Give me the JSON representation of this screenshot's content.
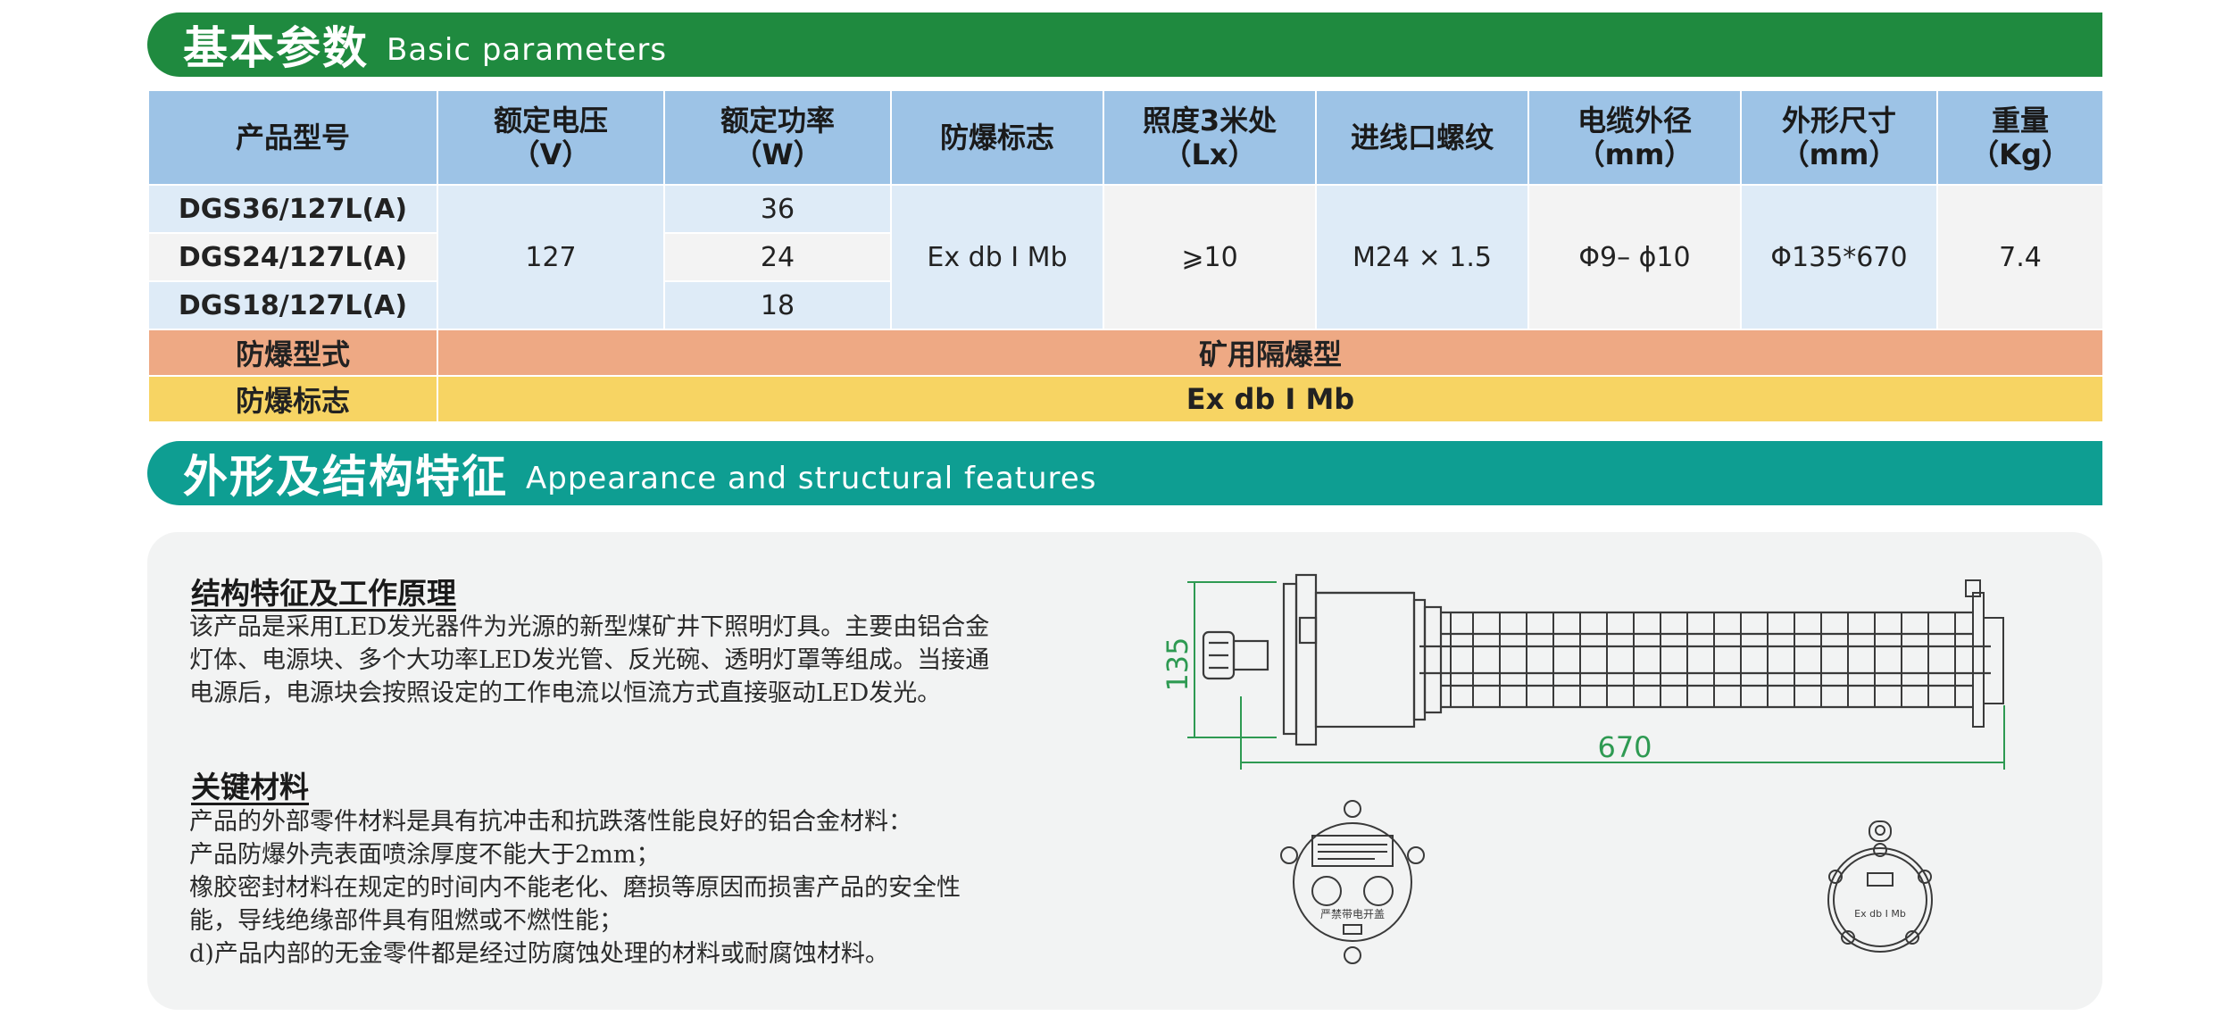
{
  "section1": {
    "title_zh": "基本参数",
    "title_en": "Basic parameters"
  },
  "table": {
    "headers": [
      [
        "产品型号"
      ],
      [
        "额定电压",
        "（V）"
      ],
      [
        "额定功率",
        "（W）"
      ],
      [
        "防爆标志"
      ],
      [
        "照度3米处",
        "（Lx）"
      ],
      [
        "进线口螺纹"
      ],
      [
        "电缆外径",
        "（mm）"
      ],
      [
        "外形尺寸",
        "（mm）"
      ],
      [
        "重量",
        "（Kg）"
      ]
    ],
    "models": [
      "DGS36/127L(A)",
      "DGS24/127L(A)",
      "DGS18/127L(A)"
    ],
    "voltage": "127",
    "powers": [
      "36",
      "24",
      "18"
    ],
    "mark": "Ex db I Mb",
    "illuminance": "⩾10",
    "thread": "M24 × 1.5",
    "cable_diameter": "Φ9– ϕ10",
    "dimensions": "Φ135*670",
    "weight": "7.4",
    "row_type": {
      "label": "防爆型式",
      "value": "矿用隔爆型"
    },
    "row_mark": {
      "label": "防爆标志",
      "value": "Ex db I Mb"
    }
  },
  "section2": {
    "title_zh": "外形及结构特征",
    "title_en": "Appearance and structural features"
  },
  "structure": {
    "heading": "结构特征及工作原理",
    "lines": [
      "该产品是采用LED发光器件为光源的新型煤矿井下照明灯具。主要由铝合金",
      "灯体、电源块、多个大功率LED发光管、反光碗、透明灯罩等组成。当接通",
      "电源后，电源块会按照设定的工作电流以恒流方式直接驱动LED发光。"
    ]
  },
  "materials": {
    "heading": "关键材料",
    "lines": [
      "产品的外部零件材料是具有抗冲击和抗跌落性能良好的铝合金材料：",
      "产品防爆外壳表面喷涂厚度不能大于2mm；",
      "橡胶密封材料在规定的时间内不能老化、磨损等原因而损害产品的安全性",
      "能，导线绝缘部件具有阻燃或不燃性能；",
      "d)产品内部的无金零件都是经过防腐蚀处理的材料或耐腐蚀材料。"
    ]
  },
  "drawing": {
    "dim_height": "135",
    "dim_length": "670",
    "front_plate_text": "严禁带电开盖",
    "rear_mark": "Ex db I Mb"
  },
  "colors": {
    "green_banner": "#1f8a3f",
    "teal_banner": "#0e9e92",
    "header_blue": "#9dc3e6",
    "cell_blue": "#deebf7",
    "row_orange": "#eea984",
    "row_yellow": "#f7d463",
    "dimension_green": "#2e9a52"
  }
}
